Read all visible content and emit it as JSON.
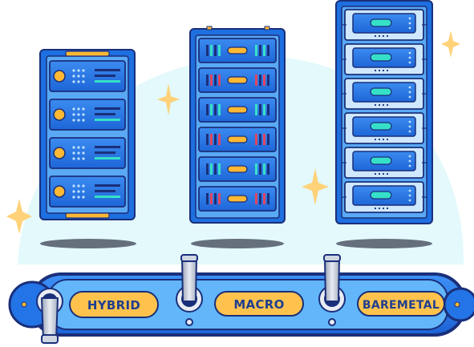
{
  "switches": [
    {
      "label": "HYBRID",
      "state": "down"
    },
    {
      "label": "MACRO",
      "state": "up"
    },
    {
      "label": "BAREMETAL",
      "state": "up"
    }
  ],
  "servers": [
    {
      "name": "hybrid-server",
      "units": 4
    },
    {
      "name": "macro-server",
      "units": 6
    },
    {
      "name": "baremetal-server",
      "units": 6
    }
  ],
  "colors": {
    "outline": "#1a2f7a",
    "panel_blue": "#1e6fe0",
    "panel_light": "#5aa9f5",
    "accent_orange": "#ffb833",
    "accent_teal": "#36e0c8",
    "sparkle": "#ffd27a",
    "backdrop": "#e3f9fb"
  }
}
